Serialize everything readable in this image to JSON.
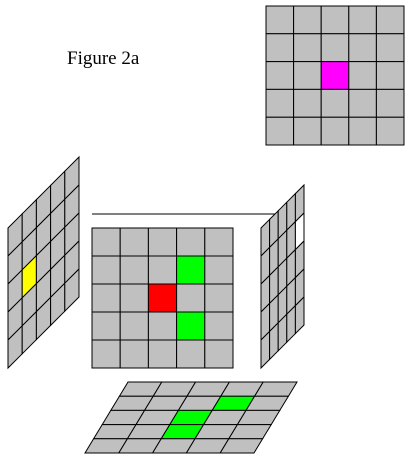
{
  "figure": {
    "title": "Figure 2a"
  },
  "colors": {
    "base": "#c0c0c0",
    "edge": "#000000",
    "background": "#ffffff",
    "blue": "#0000ff",
    "green": "#00ff00",
    "red": "#ff0000",
    "yellow": "#ffff00",
    "magenta": "#ff00ff",
    "white": "#ffffff"
  },
  "grid": {
    "rows": 5,
    "cols": 5
  },
  "faces": {
    "top_view": {
      "highlights": [
        {
          "row": 2,
          "col": 2,
          "color": "magenta"
        }
      ]
    },
    "left_side": {
      "highlights": [
        {
          "row": 2,
          "col": 1,
          "color": "yellow"
        }
      ]
    },
    "cube_front": {
      "highlights": [
        {
          "row": 1,
          "col": 3,
          "color": "green"
        },
        {
          "row": 2,
          "col": 2,
          "color": "red"
        },
        {
          "row": 3,
          "col": 3,
          "color": "green"
        }
      ]
    },
    "cube_top": {
      "highlights": [
        {
          "row": 0,
          "col": 1,
          "color": "blue"
        },
        {
          "row": 0,
          "col": 2,
          "color": "blue"
        },
        {
          "row": 0,
          "col": 3,
          "color": "blue"
        },
        {
          "row": 1,
          "col": 1,
          "color": "blue"
        },
        {
          "row": 1,
          "col": 3,
          "color": "blue"
        },
        {
          "row": 2,
          "col": 1,
          "color": "blue"
        },
        {
          "row": 2,
          "col": 3,
          "color": "blue"
        }
      ]
    },
    "cube_right": {
      "highlights": [
        {
          "row": 1,
          "col": 4,
          "color": "white"
        }
      ]
    },
    "bottom_face": {
      "highlights": [
        {
          "row": 1,
          "col": 3,
          "color": "green"
        },
        {
          "row": 2,
          "col": 2,
          "color": "green"
        },
        {
          "row": 3,
          "col": 2,
          "color": "green"
        }
      ]
    }
  }
}
